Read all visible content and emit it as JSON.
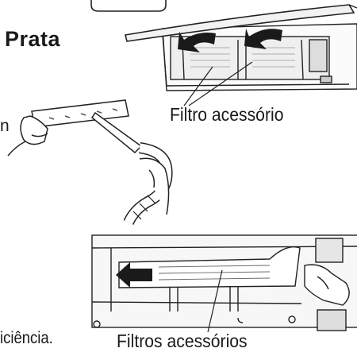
{
  "heading": "Prata",
  "label_top": "Filtro acessório",
  "label_bottom": "Filtros acessórios",
  "cut_left_line_1": "n",
  "cut_left_line_2": "iciência."
}
